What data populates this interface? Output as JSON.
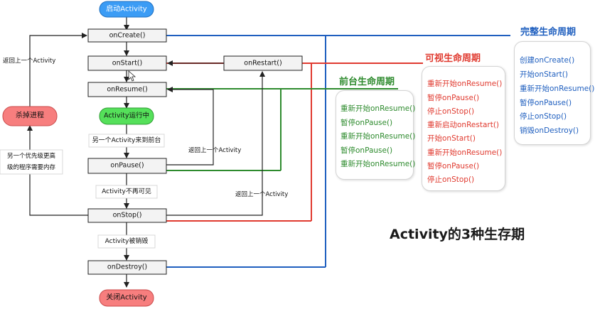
{
  "flow": {
    "start": "启动Activity",
    "on_create": "onCreate()",
    "on_start": "onStart()",
    "on_restart": "onRestart()",
    "on_resume": "onResume()",
    "running": "Activity运行中",
    "on_pause": "onPause()",
    "on_stop": "onStop()",
    "on_destroy": "onDestroy()",
    "close": "关闭Activity",
    "kill": "杀掉进程"
  },
  "edge_labels": {
    "other_to_front": "另一个Activity来到前台",
    "not_visible": "Activity不再可见",
    "destroyed": "Activity被销毁",
    "return_resume": "返回上一个Activity",
    "return_restart": "返回上一个Activity",
    "return_create": "返回上一个Activity",
    "low_memory_line1": "另一个优先级更高",
    "low_memory_line2": "级的程序需要内存"
  },
  "cycles": {
    "complete": {
      "title": "完整生命周期",
      "color": "#1f5fbf",
      "items": [
        "创建onCreate()",
        "开始onStart()",
        "重新开始onResume()",
        "暂停onPause()",
        "停止onStop()",
        "销毁onDestroy()"
      ]
    },
    "visible": {
      "title": "可视生命周期",
      "color": "#e03a2f",
      "items": [
        "重新开始onResume()",
        "暂停onPause()",
        "停止onStop()",
        "重新启动onRestart()",
        "开始onStart()",
        "重新开始onResume()",
        "暂停onPause()",
        "停止onStop()"
      ]
    },
    "foreground": {
      "title": "前台生命周期",
      "color": "#2e8b2e",
      "items": [
        "重新开始onResume()",
        "暂停onPause()",
        "重新开始onResume()",
        "暂停onPause()",
        "重新开始onResume()"
      ]
    }
  },
  "main_title": "Activity的3种生存期",
  "colors": {
    "start_fill": "#3b9cf5",
    "running_fill": "#55e05a",
    "kill_fill": "#f77e7e",
    "close_fill": "#f77e7e",
    "node_fill": "#f3f3f3",
    "edge": "#222222"
  }
}
